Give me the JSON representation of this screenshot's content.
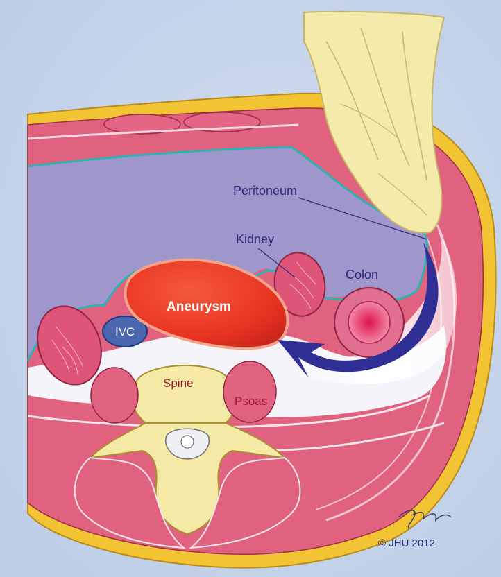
{
  "labels": {
    "peritoneum": "Peritoneum",
    "kidney": "Kidney",
    "colon": "Colon",
    "aneurysm": "Aneurysm",
    "ivc": "IVC",
    "spine": "Spine",
    "psoas": "Psoas"
  },
  "credit": {
    "copyright": "© JHU 2012",
    "signature": "Phillips"
  },
  "colors": {
    "background": "#c9d7ec",
    "skin": "#f2c433",
    "muscle": "#e0627e",
    "cavity": "#9f97cb",
    "peritoneum_line": "#2ab3b0",
    "aneurysm": "#ea3426",
    "bone": "#f5e9a6",
    "arrow": "#2f2f95",
    "label_dark": "#2b2a78",
    "label_red": "#9b1b2c"
  }
}
